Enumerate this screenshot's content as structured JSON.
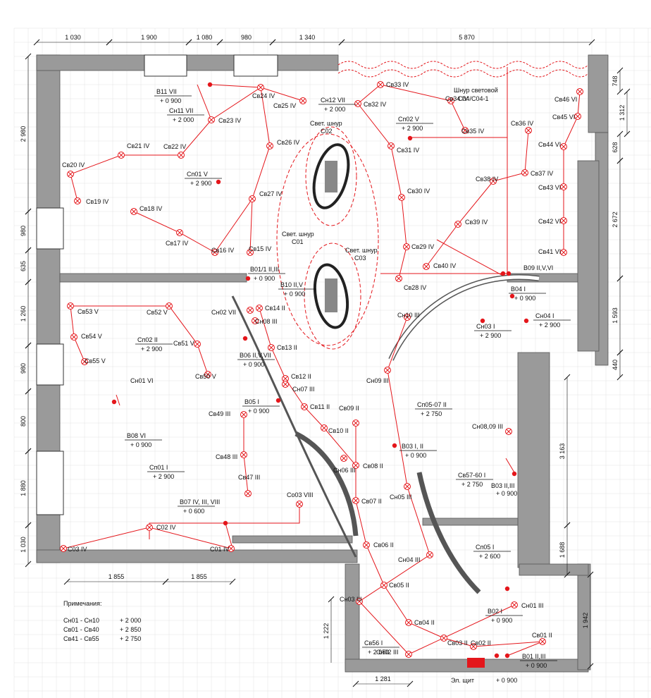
{
  "dimensions": {
    "top": [
      "1 030",
      "1 900",
      "1 080",
      "980",
      "1 340",
      "5 870"
    ],
    "left": [
      "2 980",
      "980",
      "635",
      "1 260",
      "980",
      "800",
      "1 880",
      "1 030"
    ],
    "right": [
      "748",
      "1 312",
      "628",
      "2 672",
      "1 593",
      "440",
      "3 163",
      "1 688",
      "1 942"
    ],
    "bottom": [
      "1 855",
      "1 855",
      "1 222",
      "1 281"
    ]
  },
  "fixtures": [
    {
      "label": "Св20 IV"
    },
    {
      "label": "Св19 IV"
    },
    {
      "label": "Св21 IV"
    },
    {
      "label": "Св22 IV"
    },
    {
      "label": "Св23 IV"
    },
    {
      "label": "Св24 IV"
    },
    {
      "label": "Св25 IV"
    },
    {
      "label": "Св26 IV"
    },
    {
      "label": "Св27 IV"
    },
    {
      "label": "Св18 IV"
    },
    {
      "label": "Св17 IV"
    },
    {
      "label": "Св16 IV"
    },
    {
      "label": "Св15 IV"
    },
    {
      "label": "Св33 IV"
    },
    {
      "label": "Св32 IV"
    },
    {
      "label": "Св34 IV"
    },
    {
      "label": "Св35 IV"
    },
    {
      "label": "Св31 IV"
    },
    {
      "label": "Св30 IV"
    },
    {
      "label": "Св29 IV"
    },
    {
      "label": "Св28 IV"
    },
    {
      "label": "Св36 IV"
    },
    {
      "label": "Св37 IV"
    },
    {
      "label": "Св38 IV"
    },
    {
      "label": "Св39 IV"
    },
    {
      "label": "Св40 IV"
    },
    {
      "label": "Св46 VI"
    },
    {
      "label": "Св45 VI"
    },
    {
      "label": "Св44 VI"
    },
    {
      "label": "Св43 VI"
    },
    {
      "label": "Св42 VI"
    },
    {
      "label": "Св41 VI"
    },
    {
      "label": "Св53 V"
    },
    {
      "label": "Св52 V"
    },
    {
      "label": "Св54 V"
    },
    {
      "label": "Св55 V"
    },
    {
      "label": "Св51 V"
    },
    {
      "label": "Св50 V"
    },
    {
      "label": "Св14 II"
    },
    {
      "label": "Св13 II"
    },
    {
      "label": "Св12 II"
    },
    {
      "label": "Св11 II"
    },
    {
      "label": "Св10 II"
    },
    {
      "label": "Св09 II"
    },
    {
      "label": "Св08 II"
    },
    {
      "label": "Св07 II"
    },
    {
      "label": "Св06 II"
    },
    {
      "label": "Св05 II"
    },
    {
      "label": "Св04 II"
    },
    {
      "label": "Св03 II"
    },
    {
      "label": "Св02 II"
    },
    {
      "label": "Св01 II"
    },
    {
      "label": "Св49 III"
    },
    {
      "label": "Св48 III"
    },
    {
      "label": "Св47 III"
    },
    {
      "label": "Со03 VIII"
    },
    {
      "label": "С03 IV"
    },
    {
      "label": "С02 IV"
    },
    {
      "label": "С01 IV"
    },
    {
      "label": "Сн10 III"
    },
    {
      "label": "Сн09 III"
    },
    {
      "label": "Сн08 III"
    },
    {
      "label": "Сн07 III"
    },
    {
      "label": "Сн06 III"
    },
    {
      "label": "Сн05 III"
    },
    {
      "label": "Сн04 III"
    },
    {
      "label": "Сн03 III"
    },
    {
      "label": "Сн02 III"
    },
    {
      "label": "Сн01 III"
    },
    {
      "label": "Сн02 VII"
    },
    {
      "label": "Сн08,09 III"
    }
  ],
  "tags": [
    {
      "label": "В11 VII",
      "value": "+ 0 900"
    },
    {
      "label": "Сн11 VII",
      "value": "+ 2 000"
    },
    {
      "label": "Сн12 VII",
      "value": "+ 2 000"
    },
    {
      "label": "Сп02 V",
      "value": "+ 2 900"
    },
    {
      "label": "Сп01 V",
      "value": "+ 2 900"
    },
    {
      "label": "B01/1 II,III",
      "value": "+ 0 900"
    },
    {
      "label": "B10 II,V",
      "value": "+ 0 900"
    },
    {
      "label": "B04 I",
      "value": "+ 0 900"
    },
    {
      "label": "Сн04 I",
      "value": "+ 2 900"
    },
    {
      "label": "Сн03 I",
      "value": "+ 2 900"
    },
    {
      "label": "Сп02 II",
      "value": "+ 2 900"
    },
    {
      "label": "B06 II,V,VII",
      "value": "+ 0 900"
    },
    {
      "label": "B05 I",
      "value": "+ 0 900"
    },
    {
      "label": "B08 VI",
      "value": "+ 0 900"
    },
    {
      "label": "Сп05-07 II",
      "value": "+ 2 750"
    },
    {
      "label": "B03 I, II",
      "value": "+ 0 900"
    },
    {
      "label": "Сп01 I",
      "value": "+ 2 900"
    },
    {
      "label": "Св57-60 I",
      "value": "+ 2 750"
    },
    {
      "label": "B07 IV, III, VIII",
      "value": "+ 0 600"
    },
    {
      "label": "Сп05 I",
      "value": "+ 2 600"
    },
    {
      "label": "B02 I",
      "value": "+ 0 900"
    },
    {
      "label": "Св56 I",
      "value": "+ 2 650"
    },
    {
      "label": "B01 II,III",
      "value": "+ 0 900"
    }
  ],
  "misc": {
    "b09": "B09 II,V,VI",
    "b03b": "B03 II,III",
    "b03b_val": "+ 0 900",
    "sn01_vi": "Сн01 VI",
    "panel": "Эл. щит",
    "panel_val": "+ 0 900",
    "cord_top": "Шнур световой",
    "cord_top2": "С04/С04-1",
    "cord_c02a": "Свет. шнур",
    "cord_c02b": "С02",
    "cord_c01a": "Свет. шнур",
    "cord_c01b": "С01",
    "cord_c03a": "Свет. шнур",
    "cord_c03b": "С03"
  },
  "notes": {
    "title": "Примечания:",
    "rows": [
      {
        "range": "Сн01 - Сн10",
        "value": "+ 2 000"
      },
      {
        "range": "Св01 - Св40",
        "value": "+ 2 850"
      },
      {
        "range": "Св41 - Св55",
        "value": "+ 2 750"
      }
    ]
  },
  "colors": {
    "wire": "#e4161b",
    "wall": "#9a9a9a",
    "panel": "#e4161b"
  }
}
